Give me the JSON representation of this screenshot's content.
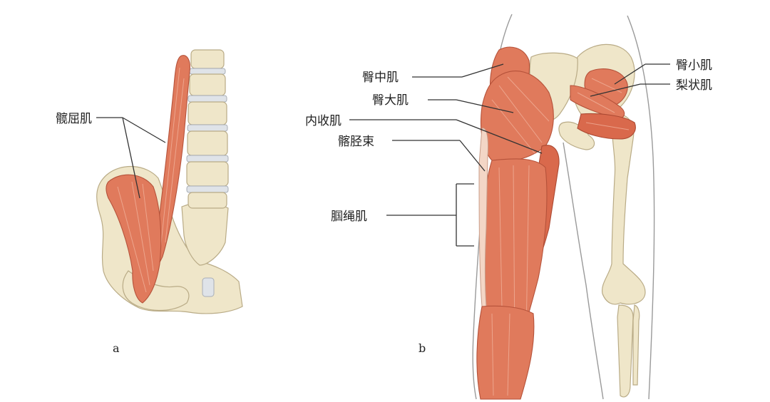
{
  "figure": {
    "panel_a": {
      "letter": "a",
      "labels": {
        "iliopsoas": "髋屈肌"
      }
    },
    "panel_b": {
      "letter": "b",
      "labels": {
        "gluteus_medius": "臀中肌",
        "gluteus_maximus": "臀大肌",
        "adductor": "内收肌",
        "it_band": "髂胫束",
        "hamstrings": "腘绳肌",
        "gluteus_minimus": "臀小肌",
        "piriformis": "梨状肌"
      }
    }
  },
  "colors": {
    "muscle": "#e07a5c",
    "bone": "#efe6c9",
    "line": "#333333"
  }
}
